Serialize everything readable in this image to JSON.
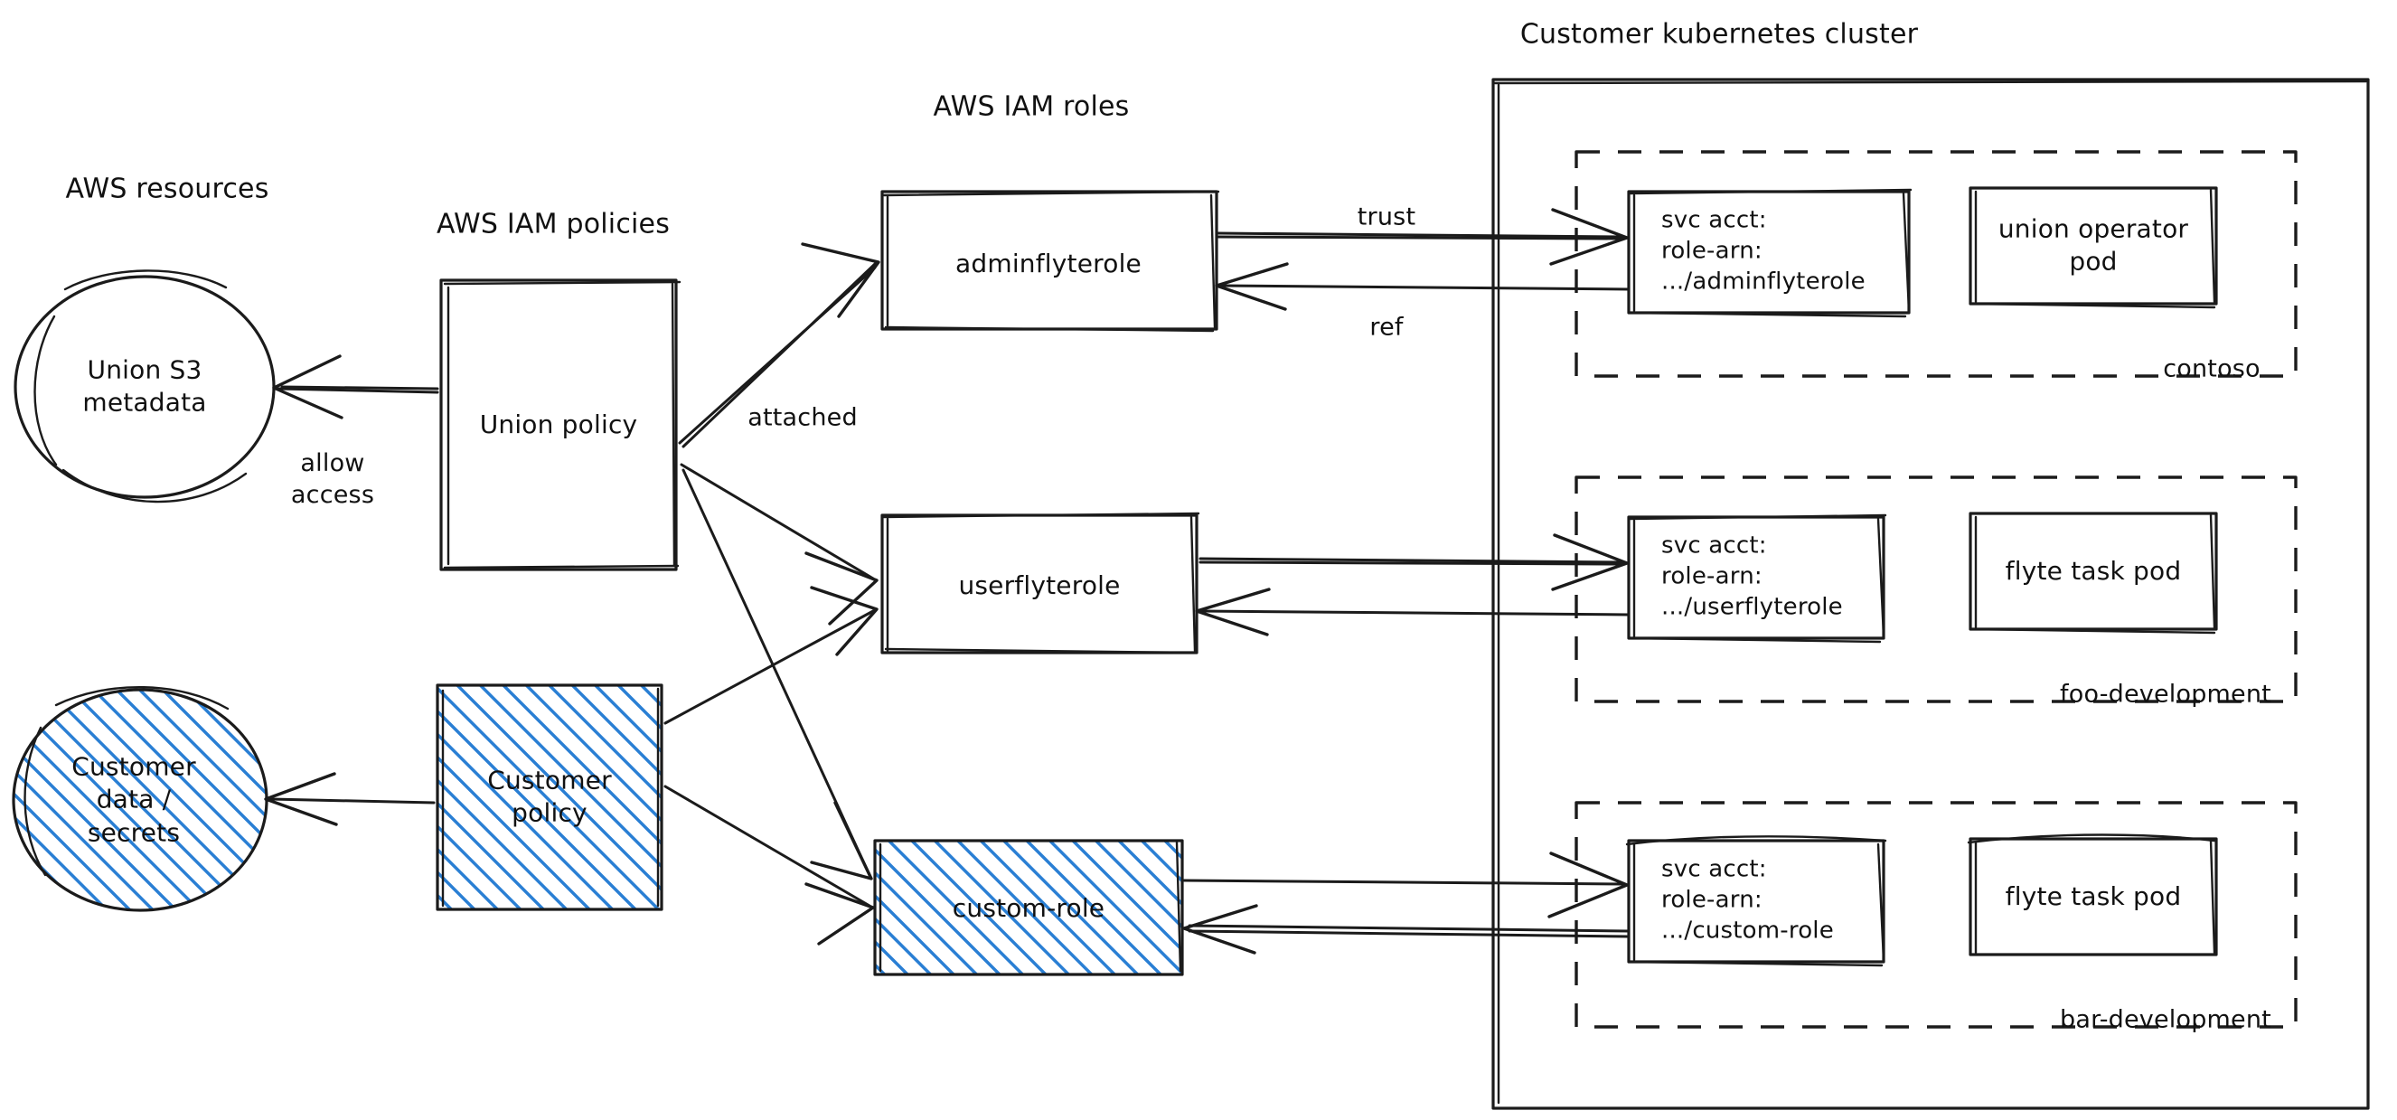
{
  "diagram": {
    "title_groups": [
      {
        "id": "aws-resources",
        "label": "AWS resources"
      },
      {
        "id": "aws-iam-policies",
        "label": "AWS IAM policies"
      },
      {
        "id": "aws-iam-roles",
        "label": "AWS IAM roles"
      },
      {
        "id": "customer-kubernetes-cluster",
        "label": "Customer kubernetes cluster"
      }
    ],
    "colors": {
      "stroke": "#1b1b1b",
      "hatch_blue": "#2a7fd4",
      "background": "#ffffff"
    },
    "aws_resources": [
      {
        "id": "union-s3-metadata",
        "label": "Union S3\nmetadata",
        "shape": "ellipse",
        "filled": false
      },
      {
        "id": "customer-data-secrets",
        "label": "Customer\ndata /\nsecrets",
        "shape": "ellipse",
        "filled": true
      }
    ],
    "aws_iam_policies": [
      {
        "id": "union-policy",
        "label": "Union policy",
        "shape": "rect",
        "filled": false
      },
      {
        "id": "customer-policy",
        "label": "Customer\npolicy",
        "shape": "rect",
        "filled": true
      }
    ],
    "aws_iam_roles": [
      {
        "id": "adminflyterole",
        "label": "adminflyterole",
        "shape": "rect",
        "filled": false
      },
      {
        "id": "userflyterole",
        "label": "userflyterole",
        "shape": "rect",
        "filled": false
      },
      {
        "id": "custom-role",
        "label": "custom-role",
        "shape": "rect",
        "filled": true
      }
    ],
    "edge_labels": [
      {
        "id": "allow-access",
        "label": "allow\naccess"
      },
      {
        "id": "attached",
        "label": "attached"
      },
      {
        "id": "trust",
        "label": "trust"
      },
      {
        "id": "ref",
        "label": "ref"
      }
    ],
    "cluster": {
      "label": "Customer kubernetes cluster",
      "namespaces": [
        {
          "id": "contoso",
          "label": "contoso",
          "boxes": [
            {
              "id": "svc-acct-adminflyterole",
              "label": "svc acct:\nrole-arn:\n.../adminflyterole"
            },
            {
              "id": "union-operator-pod",
              "label": "union operator\npod"
            }
          ]
        },
        {
          "id": "foo-development",
          "label": "foo-development",
          "boxes": [
            {
              "id": "svc-acct-userflyterole",
              "label": "svc acct:\nrole-arn:\n.../userflyterole"
            },
            {
              "id": "flyte-task-pod-foo",
              "label": "flyte task pod"
            }
          ]
        },
        {
          "id": "bar-development",
          "label": "bar-development",
          "boxes": [
            {
              "id": "svc-acct-custom-role",
              "label": "svc acct:\nrole-arn:\n.../custom-role"
            },
            {
              "id": "flyte-task-pod-bar",
              "label": "flyte task pod"
            }
          ]
        }
      ]
    }
  }
}
